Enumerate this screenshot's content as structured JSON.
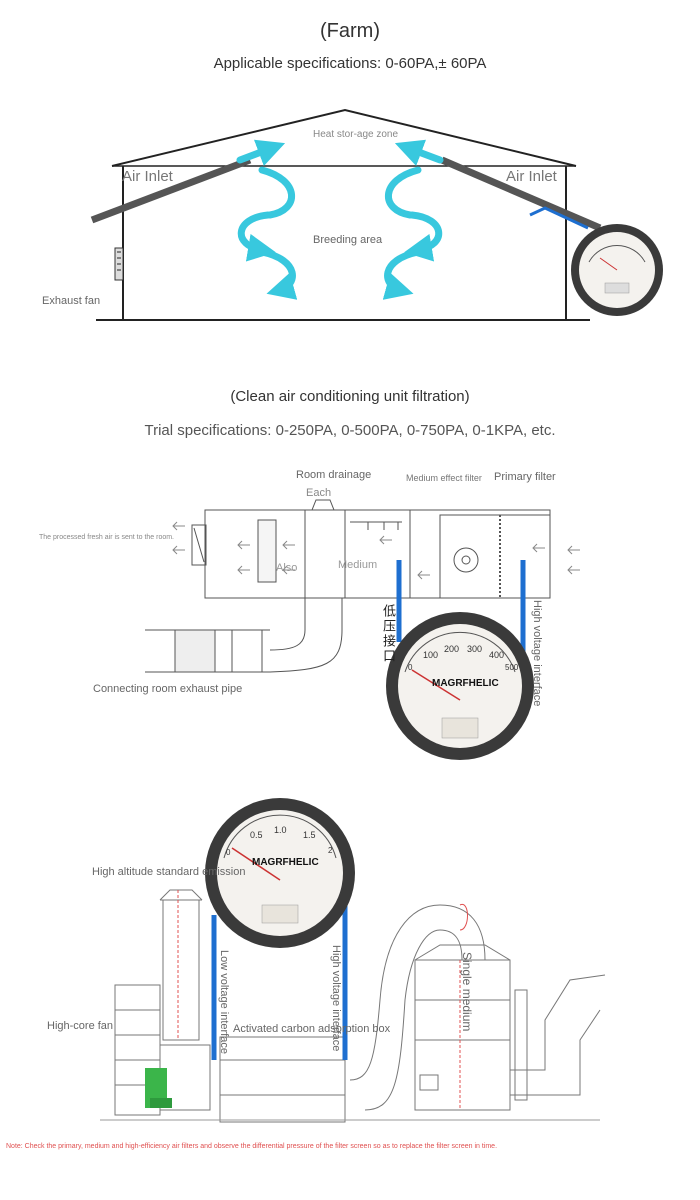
{
  "section1": {
    "title": "(Farm)",
    "subtitle": "Applicable specifications: 0-60PA,± 60PA",
    "labels": {
      "heat_storage": "Heat stor-age zone",
      "air_inlet_left": "Air Inlet",
      "air_inlet_right": "Air Inlet",
      "breeding_area": "Breeding area",
      "exhaust_fan": "Exhaust fan"
    }
  },
  "section2": {
    "title": "(Clean air conditioning unit filtration)",
    "subtitle": "Trial specifications: 0-250PA, 0-500PA, 0-750PA, 0-1KPA, etc.",
    "labels": {
      "room_drainage": "Room drainage",
      "each": "Each",
      "medium_effect_filter": "Medium effect filter",
      "primary_filter": "Primary filter",
      "fresh_air": "The processed fresh air is sent to the room.",
      "also": "Also",
      "medium": "Medium",
      "low_pressure_port": "低压接口",
      "high_voltage_interface": "High voltage interface",
      "connecting_pipe": "Connecting room exhaust pipe"
    },
    "gauge": {
      "brand": "MAGRFHELIC",
      "ticks": [
        "0",
        "100",
        "200",
        "300",
        "400",
        "500"
      ]
    }
  },
  "section3": {
    "labels": {
      "high_altitude": "High altitude standard emission",
      "high_core_fan": "High-core fan",
      "low_voltage_interface": "Low voltage interface",
      "high_voltage_interface": "High voltage interface",
      "activated_carbon": "Activated carbon adsorption box",
      "single_medium": "Single medium"
    },
    "gauge": {
      "brand": "MAGRFHELIC",
      "ticks": [
        "0",
        "0.5",
        "1.0",
        "1.5",
        "2"
      ]
    },
    "note": "Note: Check the primary, medium and high-efficiency air filters and observe the differential pressure of the filter screen so as to replace the filter screen in time."
  },
  "colors": {
    "arrow_cyan": "#38c8de",
    "pipe_blue": "#1e6fd0",
    "gauge_rim": "#3a3a3a",
    "note_red": "#e05050",
    "fan_green": "#3bb54a"
  }
}
